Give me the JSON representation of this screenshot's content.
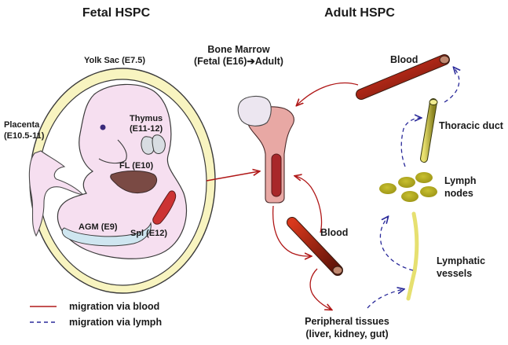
{
  "headers": {
    "fetal": "Fetal HSPC",
    "adult": "Adult HSPC"
  },
  "fetal_labels": {
    "yolk_sac": "Yolk Sac (E7.5)",
    "placenta_line1": "Placenta",
    "placenta_line2": "(E10.5-11)",
    "thymus_line1": "Thymus",
    "thymus_line2": "(E11-12)",
    "fl": "FL (E10)",
    "agm": "AGM (E9)",
    "spl": "Spl (E12)"
  },
  "adult_labels": {
    "bone_marrow_line1": "Bone Marrow",
    "bone_marrow_line2_pre": "(Fetal (E16)",
    "bone_marrow_arrow": "➔",
    "bone_marrow_line2_post": "Adult)",
    "blood_top": "Blood",
    "blood_mid": "Blood",
    "thoracic_duct": "Thoracic duct",
    "lymph_nodes_line1": "Lymph",
    "lymph_nodes_line2": "nodes",
    "lymphatic_line1": "Lymphatic",
    "lymphatic_line2": "vessels",
    "peripheral_line1": "Peripheral tissues",
    "peripheral_line2": "(liver, kidney, gut)"
  },
  "legend": {
    "blood": "migration via blood",
    "lymph": "migration via lymph"
  },
  "colors": {
    "blood_arrow": "#b01818",
    "lymph_arrow": "#2a2a9a",
    "yolk_sac": "#f8f4c0",
    "embryo": "#f6dff0",
    "fetal_liver": "#7a4a44",
    "spleen": "#cc3333",
    "agm": "#cfe6f0",
    "thymus": "#d8dde2",
    "bone": "#e8a8a4",
    "lymph_node": "#b8b01c",
    "lymphatic_vessel": "#e6e070"
  }
}
